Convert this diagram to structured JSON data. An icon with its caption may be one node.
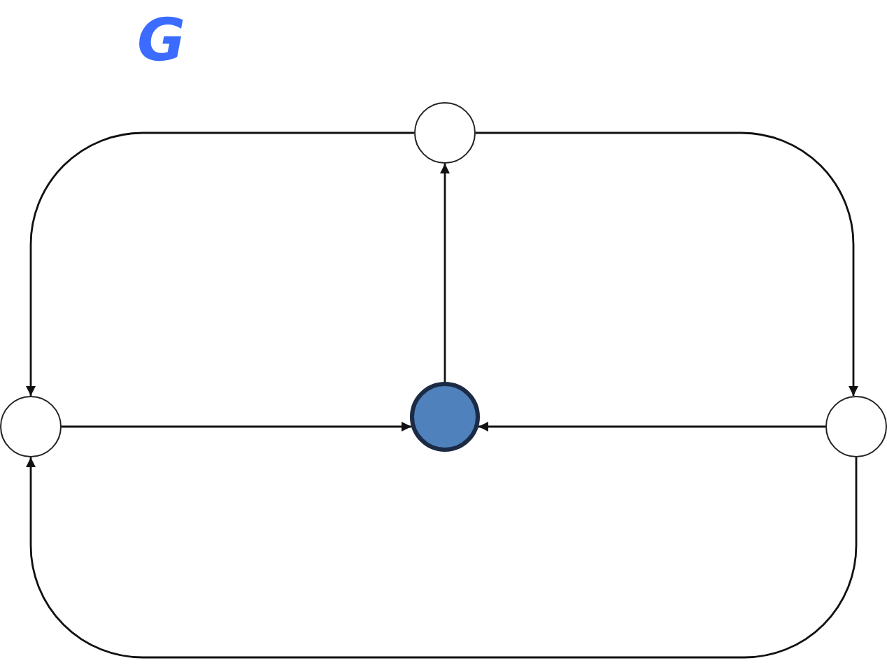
{
  "diagram": {
    "title": "G",
    "nodes": [
      {
        "text": [],
        "shape": "circle"
      },
      {
        "text": [],
        "shape": "circle"
      },
      {
        "text": [],
        "shape": "circle"
      },
      {
        "text": [],
        "shape": "circle"
      }
    ],
    "edges": [
      {
        "from": 2,
        "to": 0,
        "arrow": "to"
      },
      {
        "from": 0,
        "to": 1,
        "arrow": "to"
      },
      {
        "from": 0,
        "to": 3,
        "arrow": "to"
      },
      {
        "from": 1,
        "to": 2,
        "arrow": "to"
      },
      {
        "from": 3,
        "to": 2,
        "arrow": "to"
      },
      {
        "from": 3,
        "to": 1,
        "arrow": "to"
      }
    ]
  }
}
